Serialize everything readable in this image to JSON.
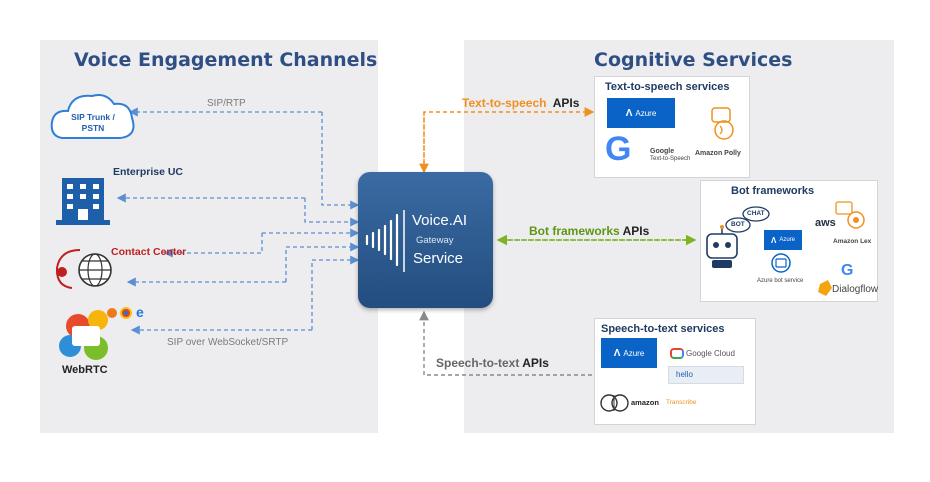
{
  "left_panel": {
    "title": "Voice Engagement Channels",
    "channels": {
      "sip": "SIP Trunk /\nPSTN",
      "enterprise": "Enterprise UC",
      "contact": "Contact Center",
      "webrtc": "WebRTC"
    },
    "links": {
      "sip_rtp": "SIP/RTP",
      "sip_ws": "SIP over WebSocket/SRTP"
    }
  },
  "gateway": {
    "line1": "Voice.AI",
    "line2": "Gateway",
    "line3": "Service"
  },
  "right_panel": {
    "title": "Cognitive Services",
    "tts": {
      "title": "Text-to-speech services",
      "api_label": "Text-to-speech",
      "azure": "Azure",
      "google_line1": "Google",
      "google_line2": "Text-to-Speech",
      "polly": "Amazon Polly"
    },
    "bot": {
      "title": "Bot frameworks",
      "api_label": "Bot frameworks",
      "azure": "Azure",
      "azure_bot": "Azure bot service",
      "chat": "CHAT",
      "bot_bubble": "BOT",
      "aws": "aws",
      "lex": "Amazon Lex",
      "dialogflow": "Dialogflow"
    },
    "stt": {
      "title": "Speech-to-text services",
      "api_label": "Speech-to-text",
      "azure": "Azure",
      "google_cloud": "Google Cloud",
      "hello": "hello",
      "amazon": "amazon",
      "transcribe": "Transcribe"
    },
    "apis_word": "APIs"
  },
  "colors": {
    "title_blue": "#2f4f84",
    "gateway_blue": "#2d5c90",
    "orange": "#f0901e",
    "green": "#7bb51f",
    "grey_arrow": "#8a8a8a",
    "link_blue": "#5b8fd1",
    "azure_blue": "#0a63c6"
  }
}
